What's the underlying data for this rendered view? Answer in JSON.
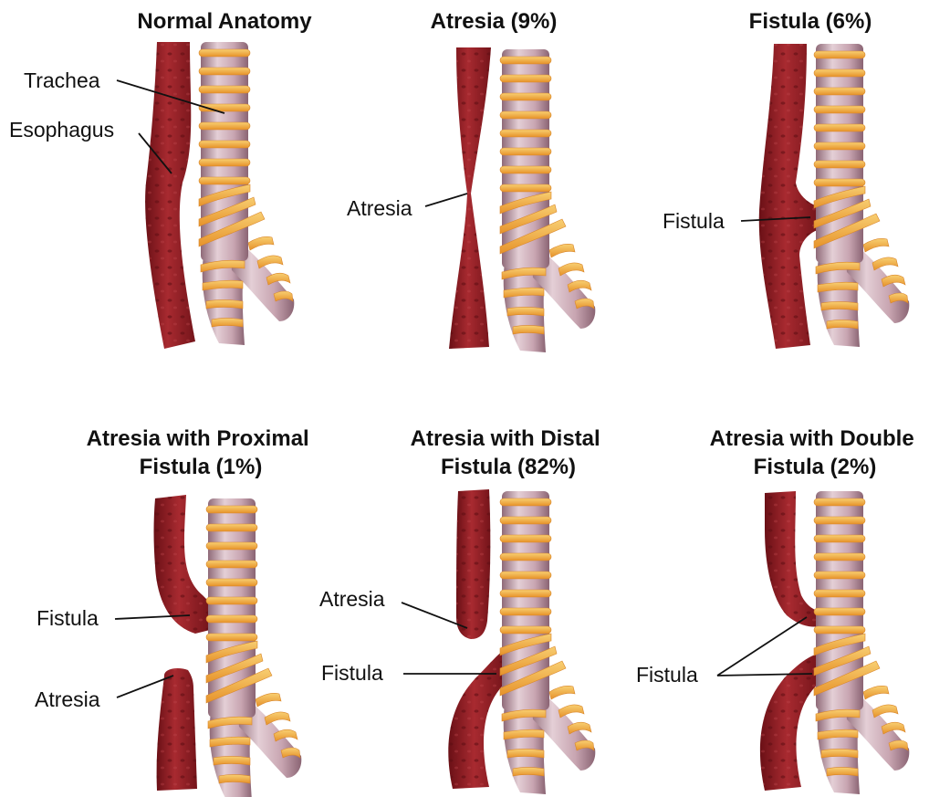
{
  "panels": [
    {
      "id": "normal",
      "title_lines": [
        "Normal Anatomy"
      ],
      "labels": {
        "trachea": "Trachea",
        "esophagus": "Esophagus"
      }
    },
    {
      "id": "atresia",
      "title_lines": [
        "Atresia (9%)"
      ],
      "labels": {
        "atresia": "Atresia"
      }
    },
    {
      "id": "fistula",
      "title_lines": [
        "Fistula (6%)"
      ],
      "labels": {
        "fistula": "Fistula"
      }
    },
    {
      "id": "atresia-proximal",
      "title_lines": [
        "Atresia with Proximal",
        "Fistula (1%)"
      ],
      "labels": {
        "fistula": "Fistula",
        "atresia": "Atresia"
      }
    },
    {
      "id": "atresia-distal",
      "title_lines": [
        "Atresia with Distal",
        "Fistula (82%)"
      ],
      "labels": {
        "atresia": "Atresia",
        "fistula": "Fistula"
      }
    },
    {
      "id": "atresia-double",
      "title_lines": [
        "Atresia with Double",
        "Fistula (2%)"
      ],
      "labels": {
        "fistula": "Fistula"
      }
    }
  ],
  "colors": {
    "esophagus": "#8e1b22",
    "esophagus_dark": "#6a1016",
    "trachea": "#c9a8b3",
    "trachea_shade": "#9a7584",
    "cartilage_ring": "#f2a93b",
    "cartilage_light": "#f8cf72"
  }
}
